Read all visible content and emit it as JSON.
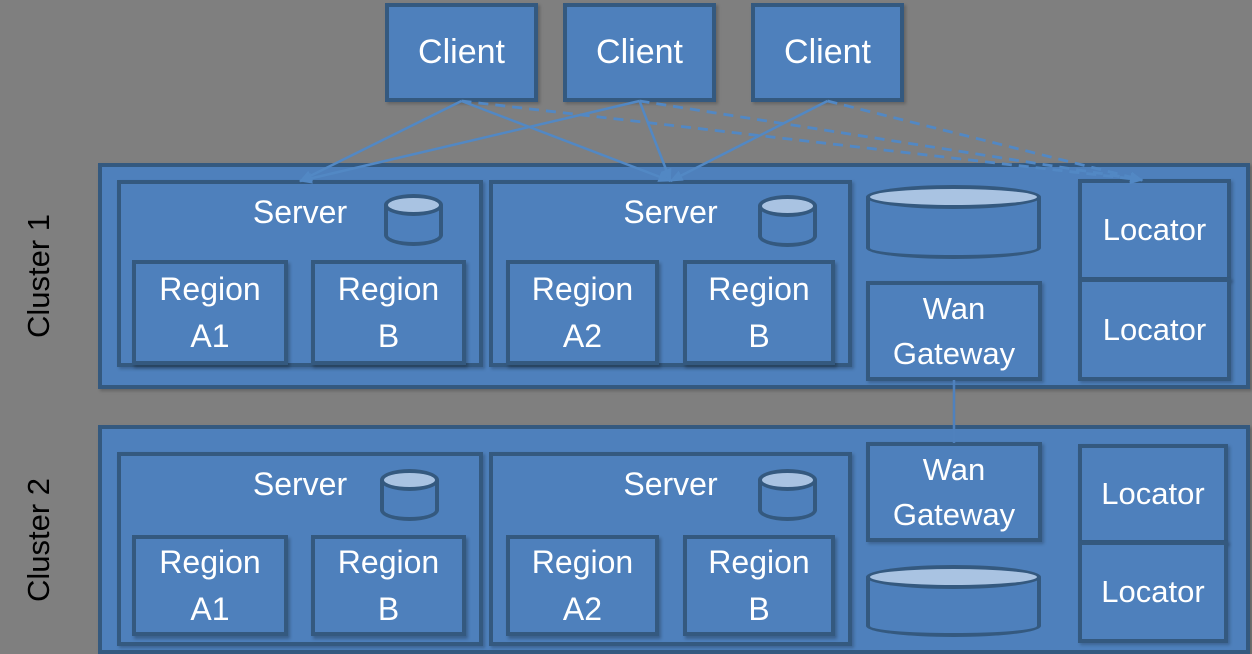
{
  "colors": {
    "background": "#7f7f7f",
    "box_fill": "#4e80bc",
    "box_border": "#34597f",
    "cylinder_top": "#a9c3e2",
    "connector": "#5288c4",
    "text": "#ffffff",
    "cluster_label_text": "#000000"
  },
  "clients": [
    {
      "label": "Client"
    },
    {
      "label": "Client"
    },
    {
      "label": "Client"
    }
  ],
  "clusters": [
    {
      "label": "Cluster 1",
      "servers": [
        {
          "title": "Server",
          "regions": [
            {
              "line1": "Region",
              "line2": "A1"
            },
            {
              "line1": "Region",
              "line2": "B"
            }
          ]
        },
        {
          "title": "Server",
          "regions": [
            {
              "line1": "Region",
              "line2": "A2"
            },
            {
              "line1": "Region",
              "line2": "B"
            }
          ]
        }
      ],
      "wan_gateway": {
        "line1": "Wan",
        "line2": "Gateway"
      },
      "locators": [
        {
          "label": "Locator"
        },
        {
          "label": "Locator"
        }
      ]
    },
    {
      "label": "Cluster 2",
      "servers": [
        {
          "title": "Server",
          "regions": [
            {
              "line1": "Region",
              "line2": "A1"
            },
            {
              "line1": "Region",
              "line2": "B"
            }
          ]
        },
        {
          "title": "Server",
          "regions": [
            {
              "line1": "Region",
              "line2": "A2"
            },
            {
              "line1": "Region",
              "line2": "B"
            }
          ]
        }
      ],
      "wan_gateway": {
        "line1": "Wan",
        "line2": "Gateway"
      },
      "locators": [
        {
          "label": "Locator"
        },
        {
          "label": "Locator"
        }
      ]
    }
  ],
  "connections": [
    {
      "from": "client-1",
      "to": "cluster1-server-1",
      "type": "client-server"
    },
    {
      "from": "client-2",
      "to": "cluster1-server-1",
      "type": "client-server"
    },
    {
      "from": "client-1",
      "to": "cluster1-server-2",
      "type": "client-server"
    },
    {
      "from": "client-2",
      "to": "cluster1-server-2",
      "type": "client-server"
    },
    {
      "from": "client-3",
      "to": "cluster1-server-2",
      "type": "client-server"
    },
    {
      "from": "client-1",
      "to": "cluster1-locator-1",
      "type": "client-locator"
    },
    {
      "from": "client-2",
      "to": "cluster1-locator-1",
      "type": "client-locator"
    },
    {
      "from": "client-3",
      "to": "cluster1-locator-1",
      "type": "client-locator"
    },
    {
      "from": "cluster1-wan-gateway",
      "to": "cluster2-wan-gateway",
      "type": "wan-link"
    }
  ]
}
